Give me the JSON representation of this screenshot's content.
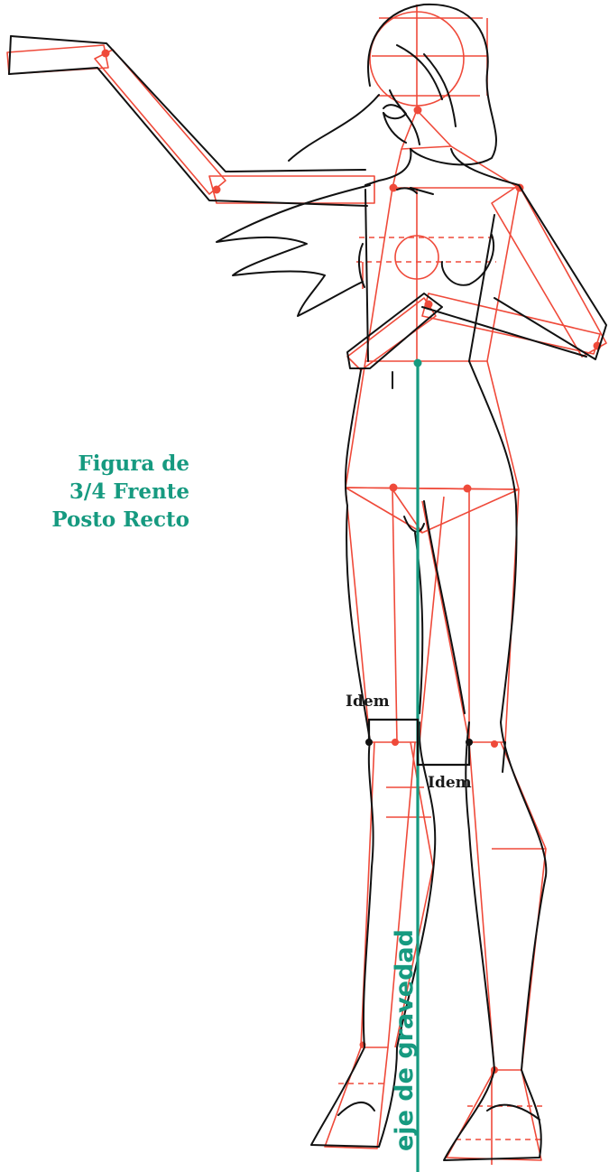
{
  "title_lines": [
    "Figura de",
    "3/4 Frente",
    "Posto Recto"
  ],
  "labels": {
    "idem_left": "Idem",
    "idem_right": "Idem",
    "gravity_axis": "eje de gravedad"
  },
  "colors": {
    "construction": "#ef4a3a",
    "contour": "#111111",
    "accent": "#169a80"
  }
}
